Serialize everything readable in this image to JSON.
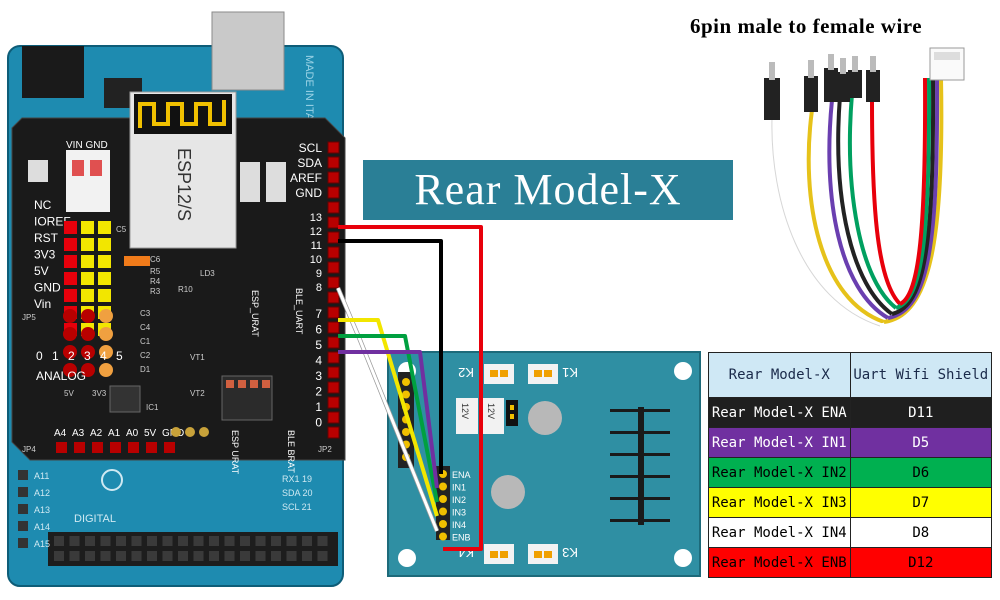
{
  "wire_caption": "6pin male to female wire",
  "banner_title": "Rear Model-X",
  "table": {
    "headers": [
      "Rear Model-X",
      "Uart Wifi Shield"
    ],
    "rows": [
      {
        "module": "Rear Model-X ENA",
        "pin": "D11",
        "bg": "#1f1f1f",
        "fg": "#ffffff"
      },
      {
        "module": "Rear Model-X IN1",
        "pin": "D5",
        "bg": "#7030a0",
        "fg": "#ffffff"
      },
      {
        "module": "Rear Model-X IN2",
        "pin": "D6",
        "bg": "#00b050",
        "fg": "#000000"
      },
      {
        "module": "Rear Model-X IN3",
        "pin": "D7",
        "bg": "#ffff00",
        "fg": "#000000"
      },
      {
        "module": "Rear Model-X IN4",
        "pin": "D8",
        "bg": "#ffffff",
        "fg": "#000000"
      },
      {
        "module": "Rear Model-X ENB",
        "pin": "D12",
        "bg": "#ff0000",
        "fg": "#000000"
      }
    ]
  },
  "shield": {
    "module_name": "ESP12/S",
    "power_header": "VIN GND",
    "left_pins": [
      "NC",
      "IOREF",
      "RST",
      "3V3",
      "5V",
      "GND",
      "Vin"
    ],
    "top_right_pins": [
      "SCL",
      "SDA",
      "AREF",
      "GND"
    ],
    "digital_high": [
      "13",
      "12",
      "11",
      "10",
      "9",
      "8"
    ],
    "digital_low": [
      "7",
      "6",
      "5",
      "4",
      "3",
      "2",
      "1",
      "0"
    ],
    "analog_pins": [
      "0",
      "1",
      "2",
      "3",
      "4",
      "5"
    ],
    "analog_label": "ANALOG",
    "bottom_labels": [
      "A4",
      "A3",
      "A2",
      "A1",
      "A0",
      "5V",
      "GND"
    ],
    "switch_labels": [
      "BLE_UART",
      "ESP_URAT",
      "BLE BRAT",
      "ESP URAT"
    ],
    "small_labels": [
      "C5",
      "C6",
      "R5",
      "R4",
      "R3",
      "R10",
      "LD3",
      "C3",
      "C4",
      "C1",
      "C2",
      "D1",
      "VT1",
      "VT2",
      "5V",
      "3V3",
      "JP5",
      "JP4",
      "JP2",
      "IC1"
    ]
  },
  "mega": {
    "made_in": "MADE IN ITALY",
    "digital": "DIGITAL",
    "pin_pairs": [
      "RX1 19",
      "SDA 20",
      "SCL 21"
    ],
    "a_pins": [
      "A11",
      "A12",
      "A13",
      "A14",
      "A15"
    ]
  },
  "driver": {
    "connectors": [
      "K2",
      "K1",
      "K4",
      "K3"
    ],
    "power_label": "12V",
    "header_pins": [
      "ENA",
      "IN1",
      "IN2",
      "IN3",
      "IN4",
      "ENB"
    ]
  },
  "wire_colors": {
    "ENA": "#000000",
    "IN1": "#7030a0",
    "IN2": "#00a040",
    "IN3": "#f2e600",
    "IN4": "#ffffff",
    "ENB": "#e8000b"
  }
}
